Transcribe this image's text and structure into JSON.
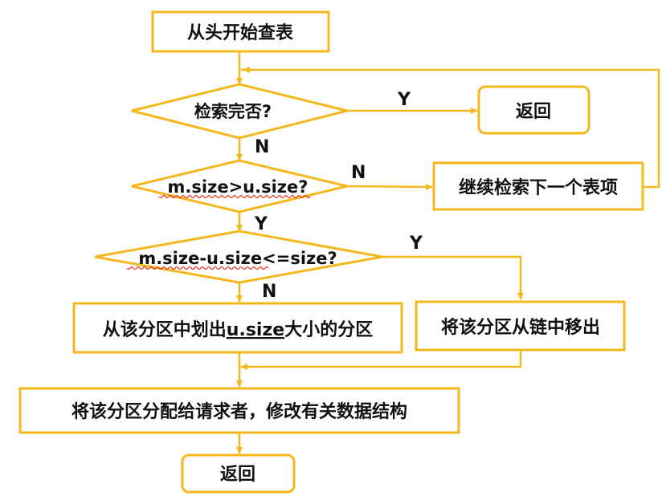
{
  "colors": {
    "stroke": "#F5B81C",
    "text": "#111111",
    "spellcheck_underline": "#E0341F"
  },
  "nodes": {
    "start": "从头开始查表",
    "search_done": "检索完否?",
    "return_1": "返回",
    "size_gt": "m.size>u.size?",
    "next_entry": "继续检索下一个表项",
    "size_diff": "m.size-u.size<=size?",
    "split_partition_prefix": "从该分区中划出",
    "split_partition_var": "u.size",
    "split_partition_suffix": "大小的分区",
    "remove_from_chain": "将该分区从链中移出",
    "allocate": "将该分区分配给请求者，修改有关数据结构",
    "return_2": "返回"
  },
  "edge_labels": {
    "search_done_yes": "Y",
    "search_done_no": "N",
    "size_gt_no": "N",
    "size_gt_yes": "Y",
    "size_diff_yes": "Y",
    "size_diff_no": "N"
  }
}
